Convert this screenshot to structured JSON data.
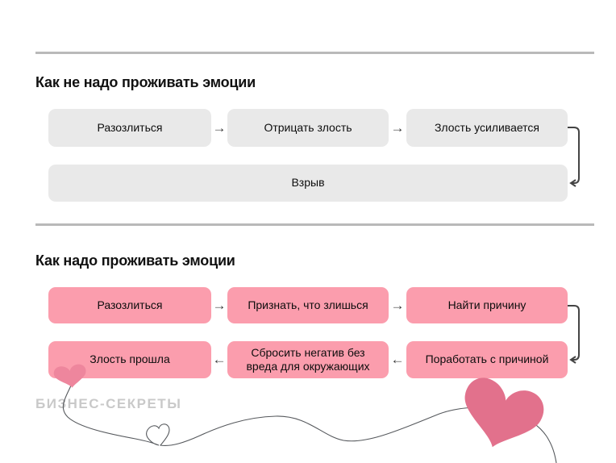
{
  "section_bad": {
    "title": "Как не надо проживать эмоции",
    "steps": [
      "Разозлиться",
      "Отрицать злость",
      "Злость усиливается",
      "Взрыв"
    ]
  },
  "section_good": {
    "title": "Как надо проживать эмоции",
    "steps": [
      "Разозлиться",
      "Признать, что злишься",
      "Найти причину",
      "Поработать с причиной",
      "Сбросить негатив без вреда для окружающих",
      "Злость прошла"
    ]
  },
  "icons": {
    "arrow_right": "→",
    "arrow_left": "←"
  },
  "watermark": "БИЗНЕС-СЕКРЕТЫ",
  "colors": {
    "gray_box": "#e9e9e9",
    "pink_box": "#fb9dad",
    "heart": "#e2718c",
    "heart_light": "#ee869d",
    "divider": "#b9b9b9",
    "watermark": "#c9c9c9"
  }
}
